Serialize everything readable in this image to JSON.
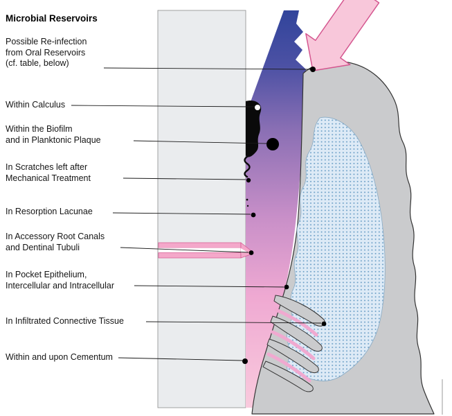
{
  "title": "Microbial Reservoirs",
  "labels": [
    {
      "id": "reinfection",
      "text": "Possible Re-infection\nfrom Oral Reservoirs\n(cf. table, below)"
    },
    {
      "id": "calculus",
      "text": "Within Calculus"
    },
    {
      "id": "biofilm",
      "text": "Within the Biofilm\nand in Planktonic Plaque"
    },
    {
      "id": "scratches",
      "text": "In Scratches left after\nMechanical Treatment"
    },
    {
      "id": "resorption",
      "text": "In Resorption Lacunae"
    },
    {
      "id": "root-canals",
      "text": "In Accessory Root Canals\nand Dentinal Tubuli"
    },
    {
      "id": "pocket-epithelium",
      "text": "In Pocket Epithelium,\nIntercellular and Intracellular"
    },
    {
      "id": "connective-tissue",
      "text": "In Infiltrated Connective Tissue"
    },
    {
      "id": "cementum",
      "text": "Within and upon Cementum"
    }
  ],
  "colors": {
    "root_fill": "#eaecee",
    "root_stroke": "#8c8c8c",
    "gingiva_fill": "#cacbcd",
    "outline": "#333333",
    "pocket_top": "#31449b",
    "pocket_blue": "#4c51a4",
    "pocket_purple": "#8a6fb4",
    "pocket_mauve": "#c88fc8",
    "pocket_pink": "#efa9d2",
    "pocket_pale_pink": "#f9cadd",
    "arrow_fill": "#f8c7da",
    "arrow_stroke": "#d4568f",
    "canal_fill": "#f4a8ca",
    "canal_stroke": "#d4568f",
    "pocket_strip": "#f0a9d0",
    "stipple_bg": "#ddeaf6",
    "stipple_dot": "#6a9ec6",
    "calculus_black": "#0a0a0a",
    "leader": "#1a1a1a",
    "marker": "#000000",
    "marker_white": "#ffffff",
    "edge_line": "#9a9a9a"
  }
}
